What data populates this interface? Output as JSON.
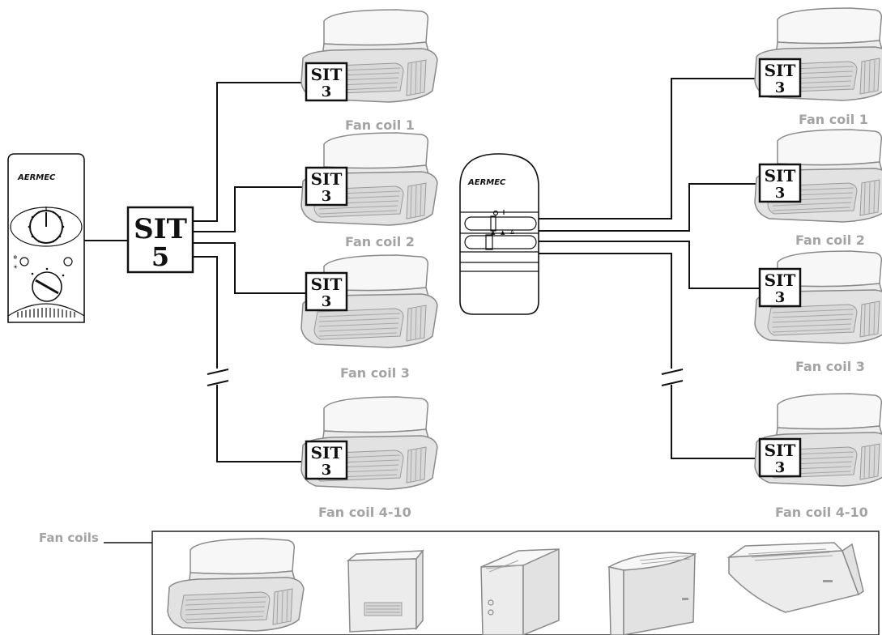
{
  "left_system": {
    "controller_brand": "AERMEC",
    "sit5": {
      "title": "SIT",
      "number": "5"
    },
    "sit3": {
      "title": "SIT",
      "number": "3"
    },
    "fan_coils": [
      "Fan coil 1",
      "Fan coil 2",
      "Fan coil 3",
      "Fan coil 4-10"
    ]
  },
  "right_system": {
    "controller_brand": "AERMEC",
    "sit3": {
      "title": "SIT",
      "number": "3"
    },
    "fan_coils": [
      "Fan coil 1",
      "Fan coil 2",
      "Fan coil 3",
      "Fan coil 4-10"
    ]
  },
  "legend": {
    "label": "Fan coils",
    "unit_types": [
      "cassette",
      "vertical-cabinet",
      "vertical-casing-open",
      "vertical-slim",
      "ceiling-wall"
    ]
  },
  "colors": {
    "wire": "#111111",
    "label_gray": "#a3a3a3",
    "unit_fill": "#ececec",
    "unit_stroke": "#8a8a8a"
  }
}
